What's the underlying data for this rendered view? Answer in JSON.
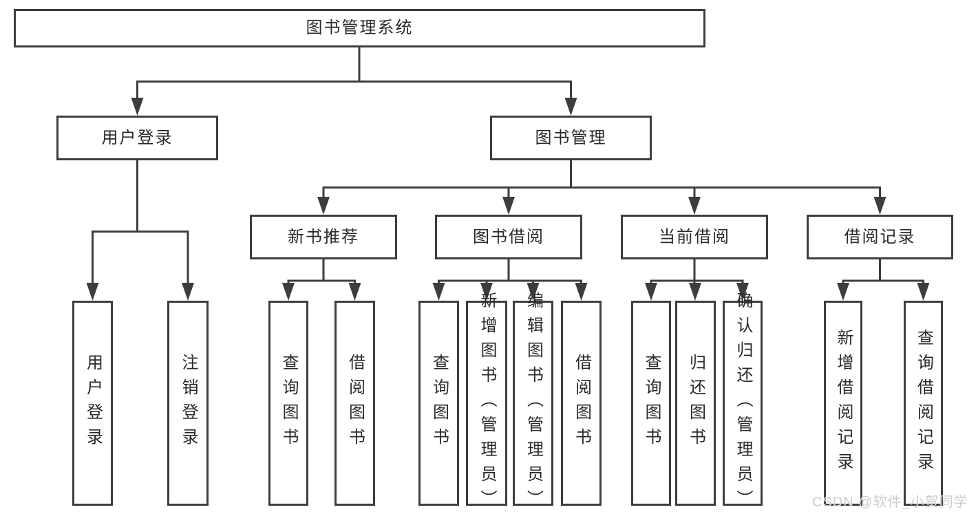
{
  "tree": {
    "root": {
      "label": "图书管理系统",
      "children": [
        {
          "label": "用户登录",
          "children": [
            {
              "label": "用户登录"
            },
            {
              "label": "注销登录"
            }
          ]
        },
        {
          "label": "图书管理",
          "children": [
            {
              "label": "新书推荐",
              "children": [
                {
                  "label": "查询图书"
                },
                {
                  "label": "借阅图书"
                }
              ]
            },
            {
              "label": "图书借阅",
              "children": [
                {
                  "label": "查询图书"
                },
                {
                  "label": "新增图书（管理员）"
                },
                {
                  "label": "编辑图书（管理员）"
                },
                {
                  "label": "借阅图书"
                }
              ]
            },
            {
              "label": "当前借阅",
              "children": [
                {
                  "label": "查询图书"
                },
                {
                  "label": "归还图书"
                },
                {
                  "label": "确认归还（管理员）"
                }
              ]
            },
            {
              "label": "借阅记录",
              "children": [
                {
                  "label": "新增借阅记录"
                },
                {
                  "label": "查询借阅记录"
                }
              ]
            }
          ]
        }
      ]
    }
  },
  "watermark": {
    "text": "CSDN @软件_小贺同学"
  },
  "colors": {
    "line": "#3d3d3d",
    "box_border": "#3d3d3d",
    "text": "#2a2a2a",
    "watermark": "#cdcdcd",
    "background": "#ffffff"
  }
}
